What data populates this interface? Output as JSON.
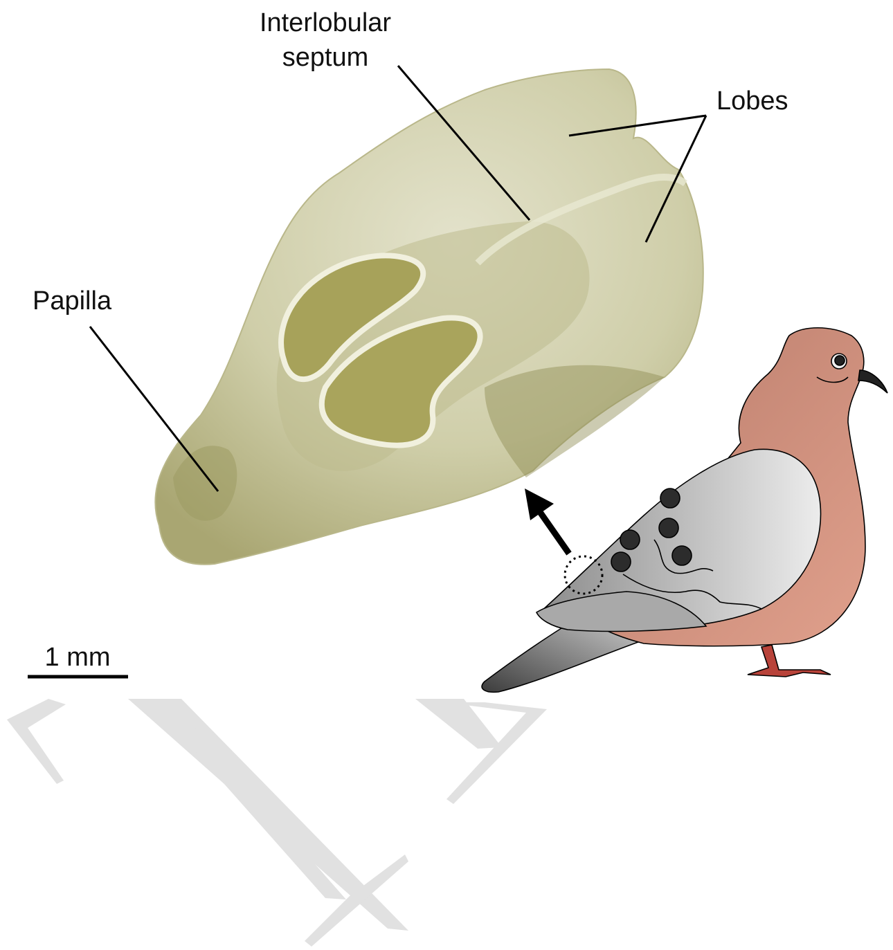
{
  "labels": {
    "septum_line1": "Interlobular",
    "septum_line2": "septum",
    "lobes": "Lobes",
    "papilla": "Papilla",
    "scale": "1 mm"
  },
  "colors": {
    "gland_light": "#d8d7bd",
    "gland_mid": "#c2c19a",
    "gland_dark": "#8e8b52",
    "cavity": "#a7a25a",
    "bird_body": "#c98a78",
    "bird_wing": "#b9b9b9",
    "wing_spot": "#2c2c2c",
    "leg": "#b8433a",
    "watermark": "#d9d9d9"
  },
  "icons": {
    "watermark": "watermark-logo",
    "arrow": "arrow-icon",
    "bird": "dove-illustration"
  }
}
